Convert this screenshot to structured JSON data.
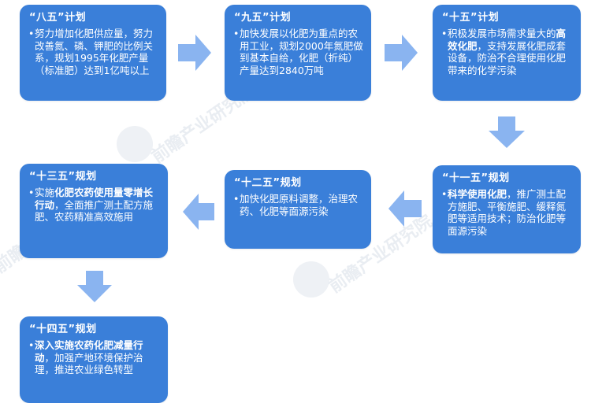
{
  "colors": {
    "box_bg": "#3a7fd9",
    "box_text": "#ffffff",
    "arrow": "#8ab4f0",
    "background": "#ffffff"
  },
  "boxes": [
    {
      "id": "ba-wu",
      "title": "“八五”计划",
      "bullet": "•",
      "segments": [
        {
          "text": "努力增加化肥供应量，努力改善氮、磷、钾肥的比例关系，规划1995年化肥产量（标准肥）达到1亿吨以上",
          "bold": false
        }
      ]
    },
    {
      "id": "jiu-wu",
      "title": "“九五”计划",
      "bullet": "•",
      "segments": [
        {
          "text": "加快发展以化肥为重点的农用工业，规划2000年氮肥做到基本自给，化肥（折纯）产量达到2840万吨",
          "bold": false
        }
      ]
    },
    {
      "id": "shi-wu",
      "title": "“十五”计划",
      "bullet": "•",
      "segments": [
        {
          "text": "积极发展市场需求量大的",
          "bold": false
        },
        {
          "text": "高效化肥",
          "bold": true
        },
        {
          "text": "，支持发展化肥成套设备，防治不合理使用化肥带来的化学污染",
          "bold": false
        }
      ]
    },
    {
      "id": "shi-yi-wu",
      "title": "“十一五”规划",
      "bullet": "•",
      "segments": [
        {
          "text": "科学使用化肥",
          "bold": true
        },
        {
          "text": "，推广测土配方施肥、平衡施肥、缓释氮肥等适用技术；防治化肥等面源污染",
          "bold": false
        }
      ]
    },
    {
      "id": "shi-er-wu",
      "title": "“十二五”规划",
      "bullet": "•",
      "segments": [
        {
          "text": "加快化肥原料调整，治理农药、化肥等面源污染",
          "bold": false
        }
      ]
    },
    {
      "id": "shi-san-wu",
      "title": "“十三五”规划",
      "bullet": "•",
      "segments": [
        {
          "text": "实施",
          "bold": false
        },
        {
          "text": "化肥农药使用量零增长行动",
          "bold": true
        },
        {
          "text": "，全面推广测土配方施肥、农药精准高效施用",
          "bold": false
        }
      ]
    },
    {
      "id": "shi-si-wu",
      "title": "“十四五”规划",
      "bullet": "•",
      "segments": [
        {
          "text": "深入实施农药化肥减量行动",
          "bold": true
        },
        {
          "text": "，加强产地环境保护治理，推进农业绿色转型",
          "bold": false
        }
      ]
    }
  ],
  "arrows": [
    {
      "from": "ba-wu",
      "to": "jiu-wu",
      "direction": "right"
    },
    {
      "from": "jiu-wu",
      "to": "shi-wu",
      "direction": "right"
    },
    {
      "from": "shi-wu",
      "to": "shi-yi-wu",
      "direction": "down"
    },
    {
      "from": "shi-yi-wu",
      "to": "shi-er-wu",
      "direction": "left"
    },
    {
      "from": "shi-er-wu",
      "to": "shi-san-wu",
      "direction": "left"
    },
    {
      "from": "shi-san-wu",
      "to": "shi-si-wu",
      "direction": "down"
    }
  ],
  "watermark": {
    "text": "前瞻产业研究院"
  }
}
